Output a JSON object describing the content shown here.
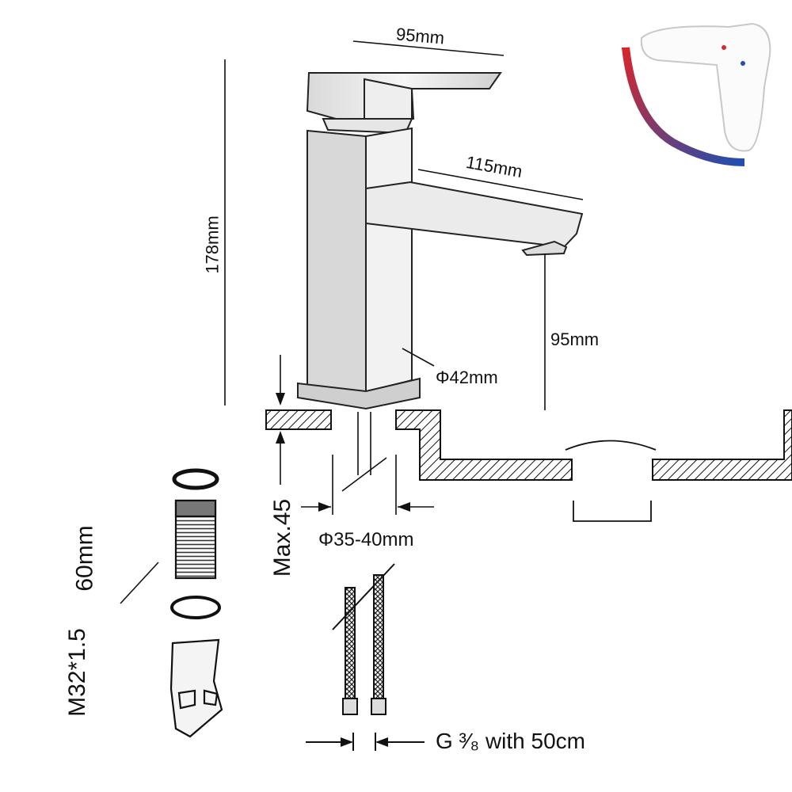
{
  "dimensions": {
    "handle_width": "95mm",
    "spout_length": "115mm",
    "total_height": "178mm",
    "spout_height": "95mm",
    "body_diameter": "Φ42mm",
    "hole_diameter": "Φ35-40mm",
    "max_thickness": "Max.45",
    "thread_spec": "M32*1.5",
    "thread_length": "60mm",
    "hose_connector": "G ³⁄₈ with 50cm"
  },
  "colors": {
    "hot": "#d8262c",
    "cold": "#1e4fb0",
    "line": "#111111"
  },
  "icons": [
    "mixer-handle-icon",
    "hot-cold-arc-icon"
  ]
}
